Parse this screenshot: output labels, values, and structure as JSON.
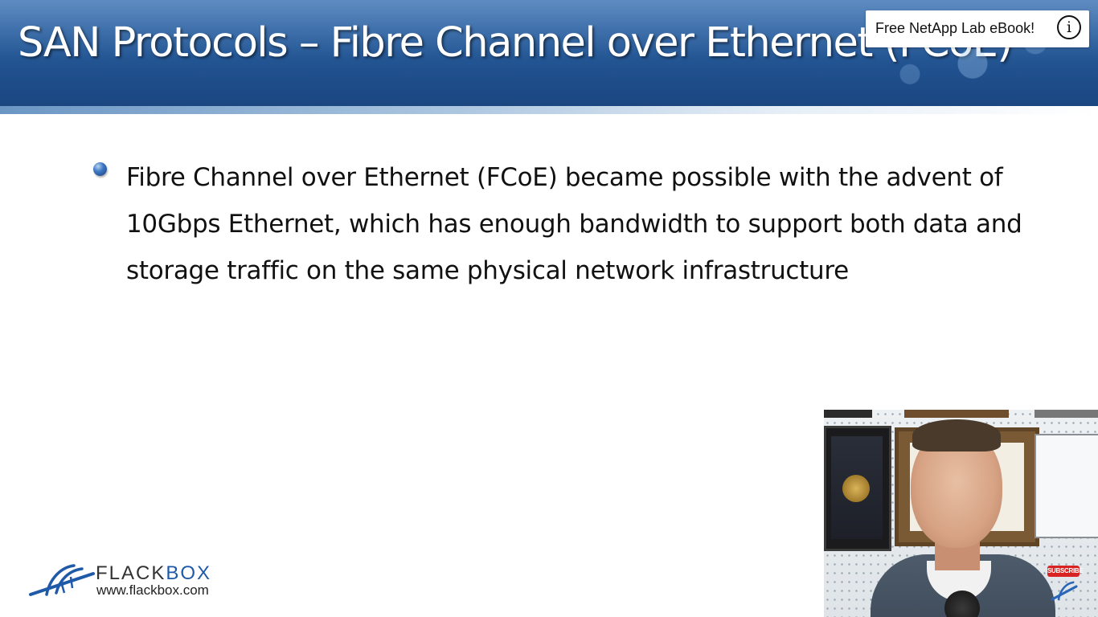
{
  "slide": {
    "title": "SAN Protocols – Fibre Channel over Ethernet (FCoE)",
    "bullets": [
      {
        "text": "Fibre Channel over Ethernet (FCoE) became possible with the advent of 10Gbps Ethernet, which has enough bandwidth to support both data and storage traffic on the same physical network infrastructure"
      }
    ]
  },
  "info_card": {
    "label": "Free NetApp Lab eBook!",
    "icon": "info-icon"
  },
  "logo": {
    "name_prefix": "FLACK",
    "name_suffix": "BOX",
    "url": "www.flackbox.com",
    "accent_color": "#1e5aa8"
  },
  "webcam": {
    "subscribe_label": "SUBSCRIBE"
  },
  "colors": {
    "title_bar": "#2a5f9f",
    "bullet": "#3d78c4",
    "text": "#111111"
  }
}
